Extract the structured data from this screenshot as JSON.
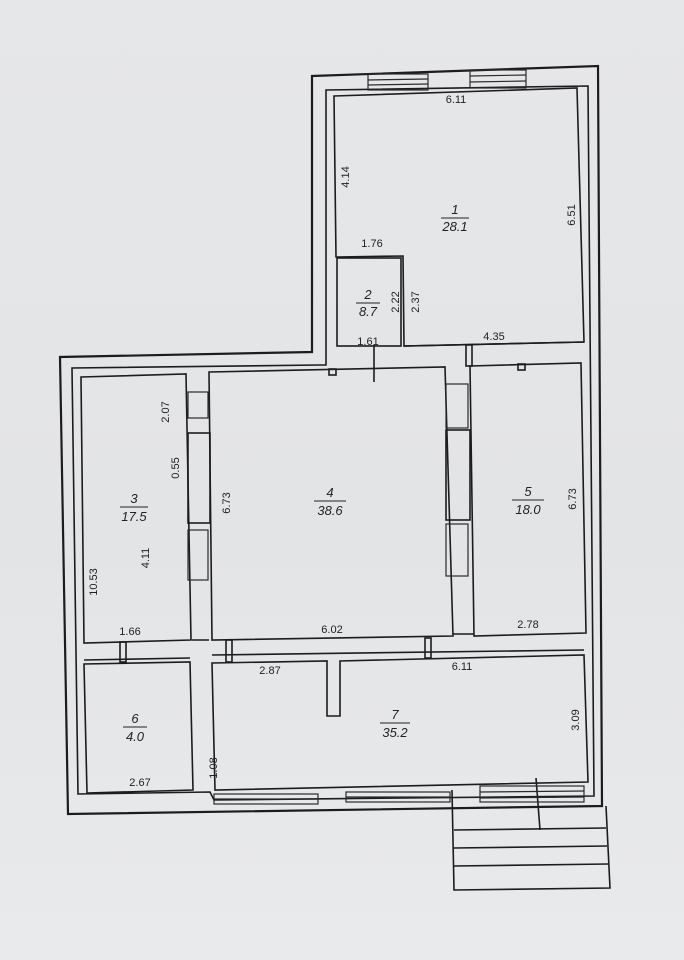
{
  "rooms": [
    {
      "number": "1",
      "area": "28.1"
    },
    {
      "number": "2",
      "area": "8.7"
    },
    {
      "number": "3",
      "area": "17.5"
    },
    {
      "number": "4",
      "area": "38.6"
    },
    {
      "number": "5",
      "area": "18.0"
    },
    {
      "number": "6",
      "area": "4.0"
    },
    {
      "number": "7",
      "area": "35.2"
    }
  ],
  "dimensions": {
    "d_6_11_top": "6.11",
    "d_4_14": "4.14",
    "d_6_51": "6.51",
    "d_1_76": "1.76",
    "d_2_22": "2.22",
    "d_2_37": "2.37",
    "d_1_61": "1.61",
    "d_4_35": "4.35",
    "d_2_07": "2.07",
    "d_0_55": "0.55",
    "d_6_73_left": "6.73",
    "d_6_73_right": "6.73",
    "d_10_53": "10.53",
    "d_4_11": "4.11",
    "d_1_66": "1.66",
    "d_6_02": "6.02",
    "d_2_78": "2.78",
    "d_2_87": "2.87",
    "d_6_11_bottom": "6.11",
    "d_3_09": "3.09",
    "d_1_08": "1.08",
    "d_2_67": "2.67"
  }
}
